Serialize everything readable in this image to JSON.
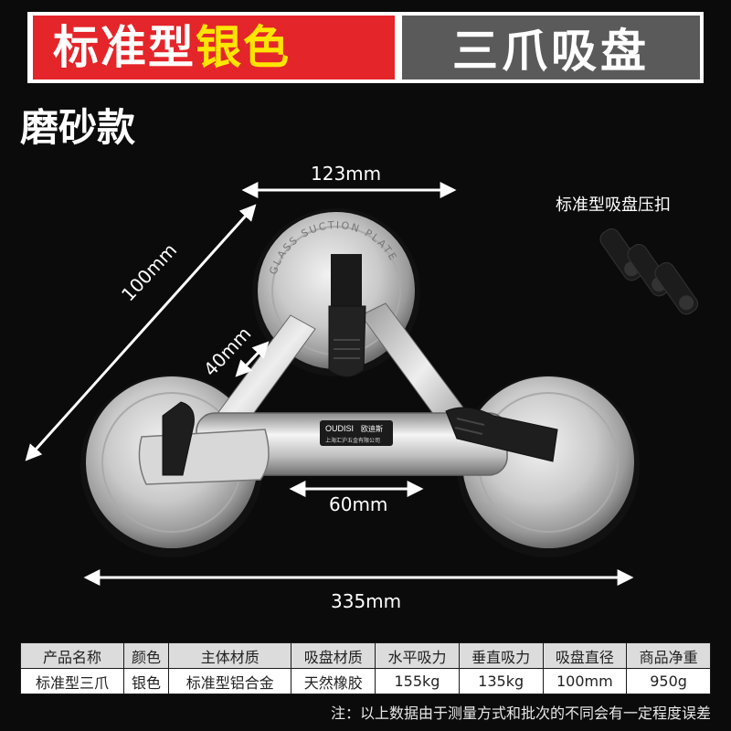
{
  "banner": {
    "part1": "标准型",
    "part2": "银色",
    "part3": "三爪吸盘"
  },
  "subtitle": "磨砂款",
  "dimensions": {
    "top": "123mm",
    "diagonal": "100mm",
    "pad": "40mm",
    "handle": "60mm",
    "total": "335mm"
  },
  "clips_label": "标准型吸盘压扣",
  "product_text": {
    "ring_text": "GLASS SUCTION PLATE",
    "brand": "OUDISI",
    "brand_cn": "欧迪斯",
    "company": "上海汇沪五金有限公司"
  },
  "spec_table": {
    "headers": [
      "产品名称",
      "颜色",
      "主体材质",
      "吸盘材质",
      "水平吸力",
      "垂直吸力",
      "吸盘直径",
      "商品净重"
    ],
    "values": [
      "标准型三爪",
      "银色",
      "标准型铝合金",
      "天然橡胶",
      "155kg",
      "135kg",
      "100mm",
      "950g"
    ]
  },
  "note": "注：以上数据由于测量方式和批次的不同会有一定程度误差",
  "colors": {
    "background": "#0b0b0b",
    "banner_red": "#e4252a",
    "banner_yellow": "#ffe600",
    "banner_grey": "#5a5a5a"
  }
}
